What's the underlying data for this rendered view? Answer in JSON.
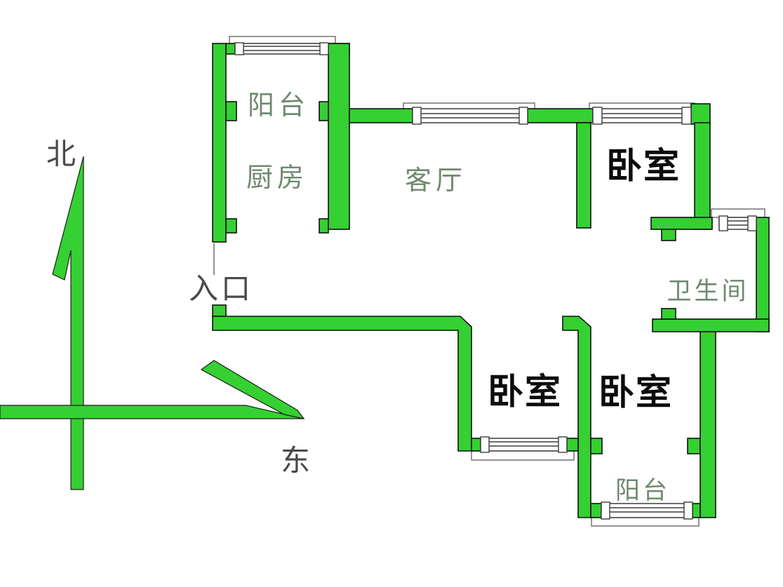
{
  "title": "apartment-floor-plan",
  "colors": {
    "wall_green": "#35d032",
    "outline": "#101010",
    "room_label": "#6f8a6f",
    "compass_label": "#4a4a4a",
    "bedroom_label": "#0c0c0c"
  },
  "compass": {
    "north": "北",
    "east": "东"
  },
  "entrance": {
    "label": "入口"
  },
  "rooms": {
    "balcony_north": "阳台",
    "kitchen": "厨房",
    "living_room": "客厅",
    "bedroom_northeast": "卧室",
    "bathroom": "卫生间",
    "bedroom_south_left": "卧室",
    "bedroom_south_right": "卧室",
    "balcony_south": "阳台"
  }
}
